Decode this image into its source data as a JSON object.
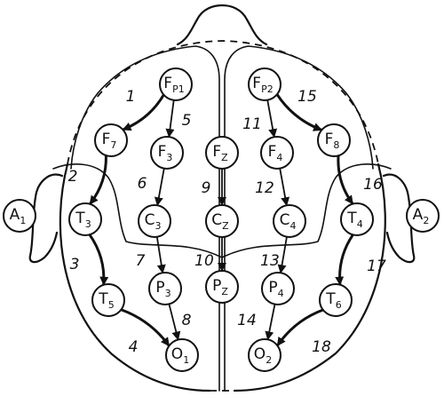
{
  "electrodes": [
    {
      "id": "Fp1",
      "letter": "F",
      "sub": "P1"
    },
    {
      "id": "Fp2",
      "letter": "F",
      "sub": "P2"
    },
    {
      "id": "F7",
      "letter": "F",
      "sub": "7"
    },
    {
      "id": "F3",
      "letter": "F",
      "sub": "3"
    },
    {
      "id": "Fz",
      "letter": "F",
      "sub": "Z"
    },
    {
      "id": "F4",
      "letter": "F",
      "sub": "4"
    },
    {
      "id": "F8",
      "letter": "F",
      "sub": "8"
    },
    {
      "id": "A1",
      "letter": "A",
      "sub": "1"
    },
    {
      "id": "T3",
      "letter": "T",
      "sub": "3"
    },
    {
      "id": "C3",
      "letter": "C",
      "sub": "3"
    },
    {
      "id": "Cz",
      "letter": "C",
      "sub": "Z"
    },
    {
      "id": "C4",
      "letter": "C",
      "sub": "4"
    },
    {
      "id": "T4",
      "letter": "T",
      "sub": "4"
    },
    {
      "id": "A2",
      "letter": "A",
      "sub": "2"
    },
    {
      "id": "T5",
      "letter": "T",
      "sub": "5"
    },
    {
      "id": "P3",
      "letter": "P",
      "sub": "3"
    },
    {
      "id": "Pz",
      "letter": "P",
      "sub": "Z"
    },
    {
      "id": "P4",
      "letter": "P",
      "sub": "4"
    },
    {
      "id": "T6",
      "letter": "T",
      "sub": "6"
    },
    {
      "id": "O1",
      "letter": "O",
      "sub": "1"
    },
    {
      "id": "O2",
      "letter": "O",
      "sub": "2"
    }
  ],
  "channels": [
    {
      "number": "1",
      "from": "Fp1",
      "to": "F7"
    },
    {
      "number": "2",
      "from": "F7",
      "to": "T3"
    },
    {
      "number": "3",
      "from": "T3",
      "to": "T5"
    },
    {
      "number": "4",
      "from": "T5",
      "to": "O1"
    },
    {
      "number": "5",
      "from": "Fp1",
      "to": "F3"
    },
    {
      "number": "6",
      "from": "F3",
      "to": "C3"
    },
    {
      "number": "7",
      "from": "C3",
      "to": "P3"
    },
    {
      "number": "8",
      "from": "P3",
      "to": "O1"
    },
    {
      "number": "9",
      "from": "Fz",
      "to": "Cz"
    },
    {
      "number": "10",
      "from": "Cz",
      "to": "Pz"
    },
    {
      "number": "11",
      "from": "Fp2",
      "to": "F4"
    },
    {
      "number": "12",
      "from": "F4",
      "to": "C4"
    },
    {
      "number": "13",
      "from": "C4",
      "to": "P4"
    },
    {
      "number": "14",
      "from": "P4",
      "to": "O2"
    },
    {
      "number": "15",
      "from": "Fp2",
      "to": "F8"
    },
    {
      "number": "16",
      "from": "F8",
      "to": "T4"
    },
    {
      "number": "17",
      "from": "T4",
      "to": "T6"
    },
    {
      "number": "18",
      "from": "T6",
      "to": "O2"
    }
  ]
}
